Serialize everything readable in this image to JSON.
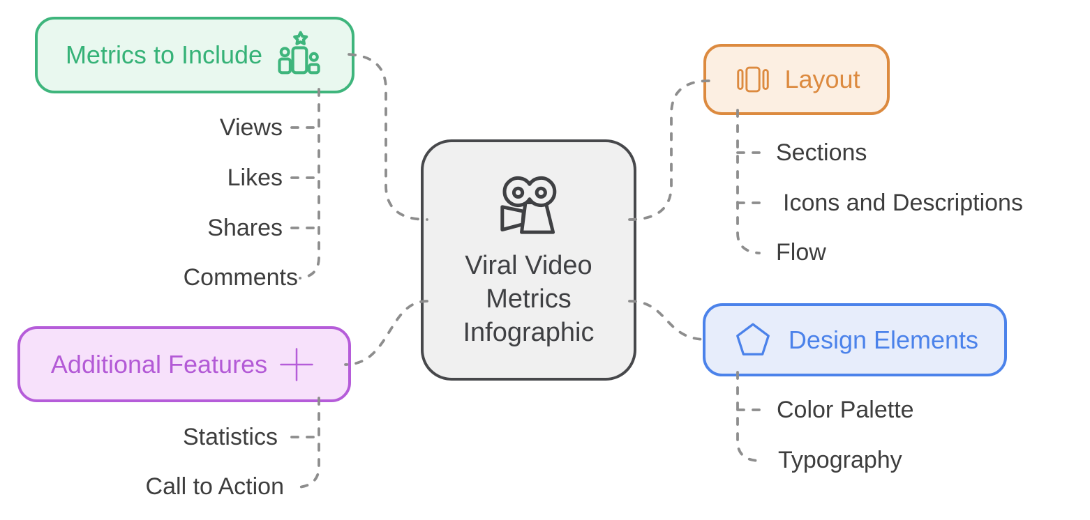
{
  "diagram": {
    "type": "mindmap",
    "background": "#ffffff",
    "connector_color": "#8d8d8d",
    "child_text_color": "#3d3d3d"
  },
  "center": {
    "title": "Viral Video Metrics Infographic",
    "title_lines": [
      "Viral Video",
      "Metrics",
      "Infographic"
    ],
    "icon": "movie-camera-icon",
    "fill": "#f0f0f0",
    "border": "#47484b",
    "text_color": "#3f4043"
  },
  "branches": [
    {
      "label": "Metrics to Include",
      "icon": "leaderboard-star-icon",
      "color": "#3eb57c",
      "fill": "#e9f8ef",
      "children": [
        "Views",
        "Likes",
        "Shares",
        "Comments"
      ]
    },
    {
      "label": "Layout",
      "icon": "columns-icon",
      "color": "#dc8a3f",
      "fill": "#fcefe2",
      "children": [
        "Sections",
        "Icons and Descriptions",
        "Flow"
      ]
    },
    {
      "label": "Additional Features",
      "icon": "plus-icon",
      "color": "#b55cd9",
      "fill": "#f7e1fb",
      "children": [
        "Statistics",
        "Call to Action"
      ]
    },
    {
      "label": "Design Elements",
      "icon": "pentagon-icon",
      "color": "#4b82ea",
      "fill": "#e7edfb",
      "children": [
        "Color Palette",
        "Typography"
      ]
    }
  ]
}
